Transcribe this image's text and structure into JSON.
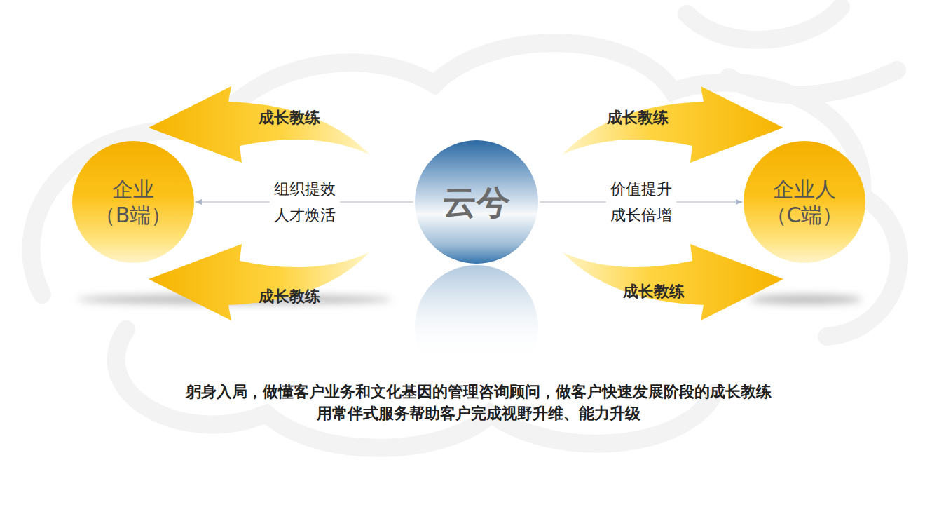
{
  "diagram": {
    "caption": "躬身入局，做懂客户业务和文化基因的管理咨询顾问，做客户快速发展阶段的成长教练 用常伴式服务帮助客户完成视野升维、能力升级",
    "nodes": [
      {
        "text": [
          "企业 （B端）"
        ]
      },
      {
        "text": [
          "云兮"
        ]
      },
      {
        "text": [
          "企业人 （C端）"
        ]
      }
    ],
    "edges": [
      {
        "from": 1,
        "to": 0,
        "arrow": "to",
        "label": "组织提效 人才焕活"
      },
      {
        "from": 1,
        "to": 2,
        "arrow": "to",
        "label": "价值提升 成长倍增"
      }
    ],
    "labels": [
      "成长教练",
      "成长教练",
      "成长教练",
      "成长教练"
    ]
  }
}
